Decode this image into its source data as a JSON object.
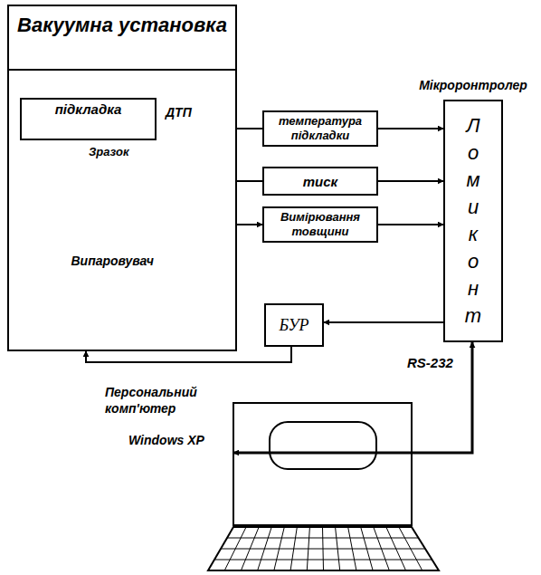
{
  "diagram": {
    "nodes": [
      {
        "text": [
          "Вакуумна установка"
        ]
      },
      {
        "text": [
          "підкладка"
        ],
        "in": 0
      },
      {
        "text": [
          "температура підкладки"
        ]
      },
      {
        "text": [
          "тиск"
        ]
      },
      {
        "text": [
          "Вимірювання товщини"
        ]
      },
      {
        "text": [
          "Мікроронтролер",
          "Ломиконт"
        ]
      },
      {
        "text": [
          "БУР"
        ]
      },
      {
        "text": [
          "Випаровувач"
        ],
        "in": 0
      },
      {
        "text": [
          "Персональний комп'ютер",
          "Windows XP"
        ]
      }
    ],
    "edges": [
      {
        "from": 2,
        "to": 1,
        "arrow": "to",
        "label": "ДТП"
      },
      {
        "from": 2,
        "to": 5,
        "arrow": "to"
      },
      {
        "from": 3,
        "to": 5,
        "arrow": "to"
      },
      {
        "from": 4,
        "to": 5,
        "arrow": "to"
      },
      {
        "from": 1,
        "to": 4,
        "arrow": "both"
      },
      {
        "from": 5,
        "to": 6,
        "arrow": "to"
      },
      {
        "from": 6,
        "to": 7,
        "arrow": "to"
      },
      {
        "from": 5,
        "to": 8,
        "arrow": "both",
        "label": "RS-232"
      }
    ],
    "labels": [
      "Зразок"
    ]
  }
}
